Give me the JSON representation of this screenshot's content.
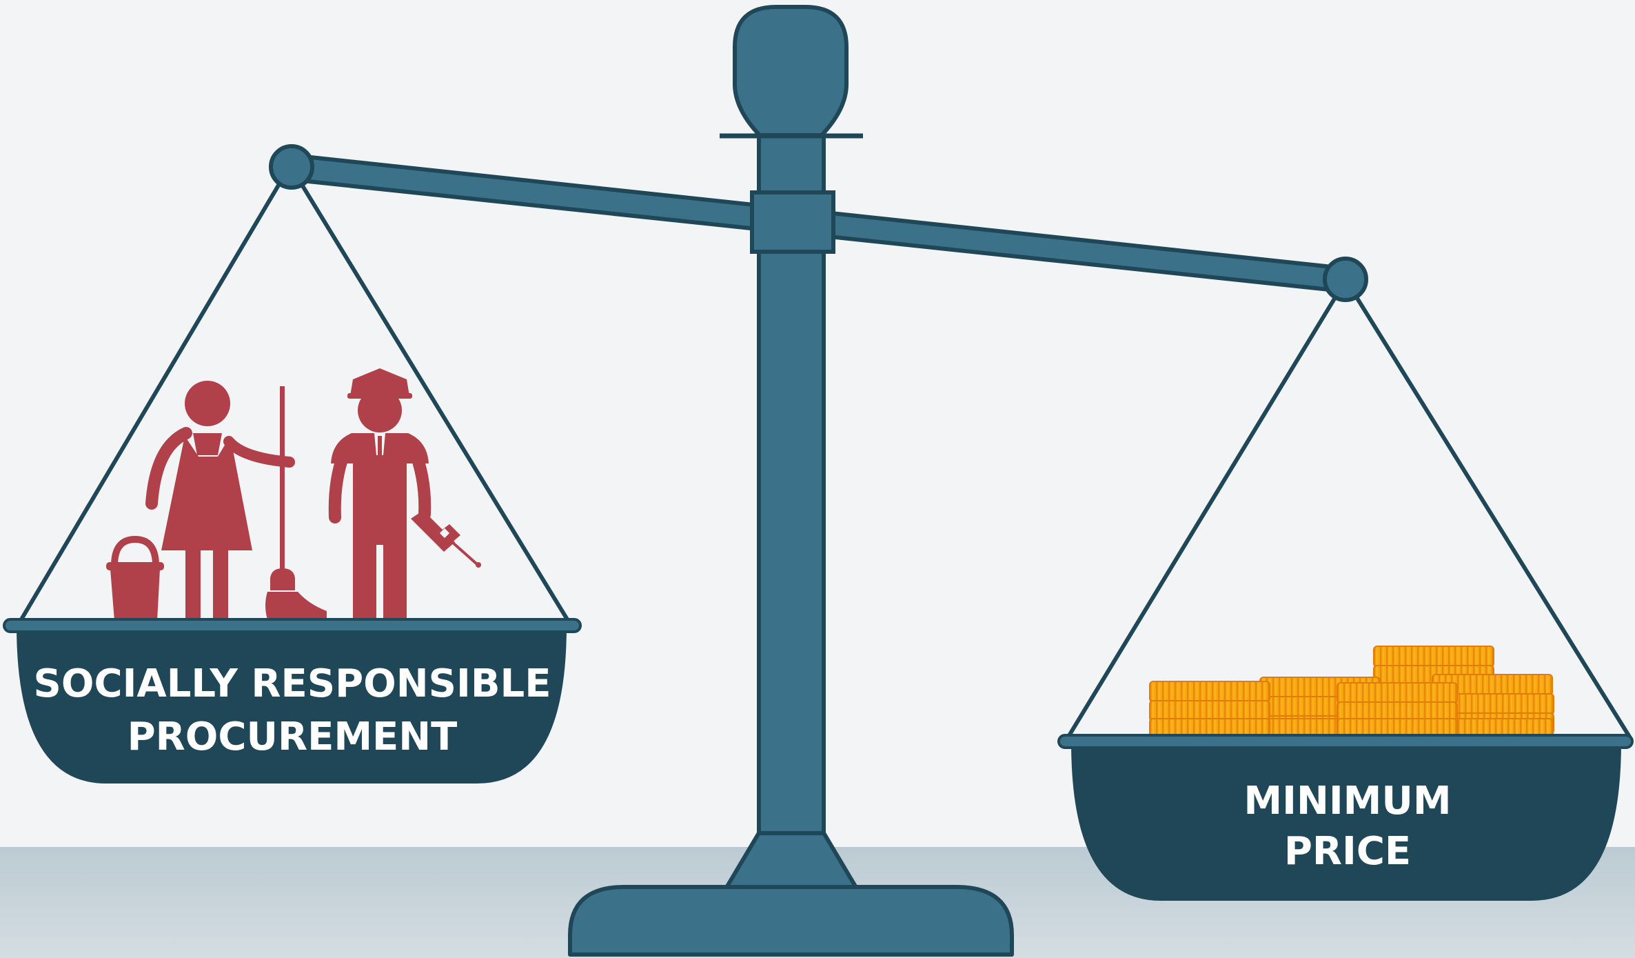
{
  "left_pan": {
    "label_line1": "SOCIALLY RESPONSIBLE",
    "label_line2": "PROCUREMENT",
    "icons": [
      "maid-icon",
      "bucket-icon",
      "broom-icon",
      "security-guard-icon",
      "flashlight-icon"
    ]
  },
  "right_pan": {
    "label_line1": "MINIMUM",
    "label_line2": "PRICE",
    "icons": [
      "coin-stacks-icon"
    ]
  },
  "colors": {
    "background": "#f2f4f6",
    "floor": "#c1ced6",
    "scale_body": "#3b7289",
    "outline": "#1f4757",
    "pan": "#1f4757",
    "figures": "#b0414a",
    "coins": "#f6a50f",
    "text": "#ffffff"
  }
}
